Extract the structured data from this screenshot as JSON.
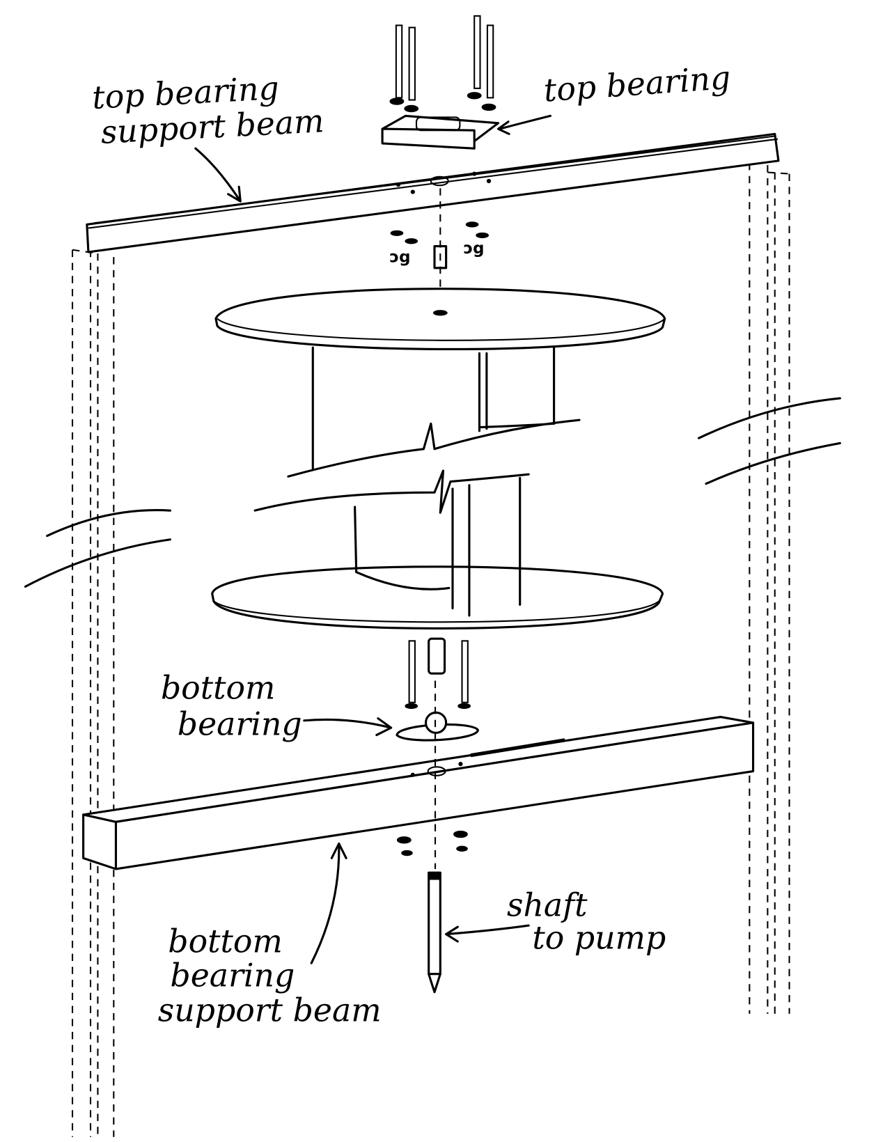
{
  "diagram": {
    "labels": {
      "top_beam_line1": "top bearing",
      "top_beam_line2": "support beam",
      "top_bearing": "top bearing",
      "bottom_bearing_line1": "bottom",
      "bottom_bearing_line2": "bearing",
      "shaft_line1": "shaft",
      "shaft_line2": "to pump",
      "bottom_beam_line1": "bottom",
      "bottom_beam_line2": "bearing",
      "bottom_beam_line3": "support beam"
    }
  }
}
